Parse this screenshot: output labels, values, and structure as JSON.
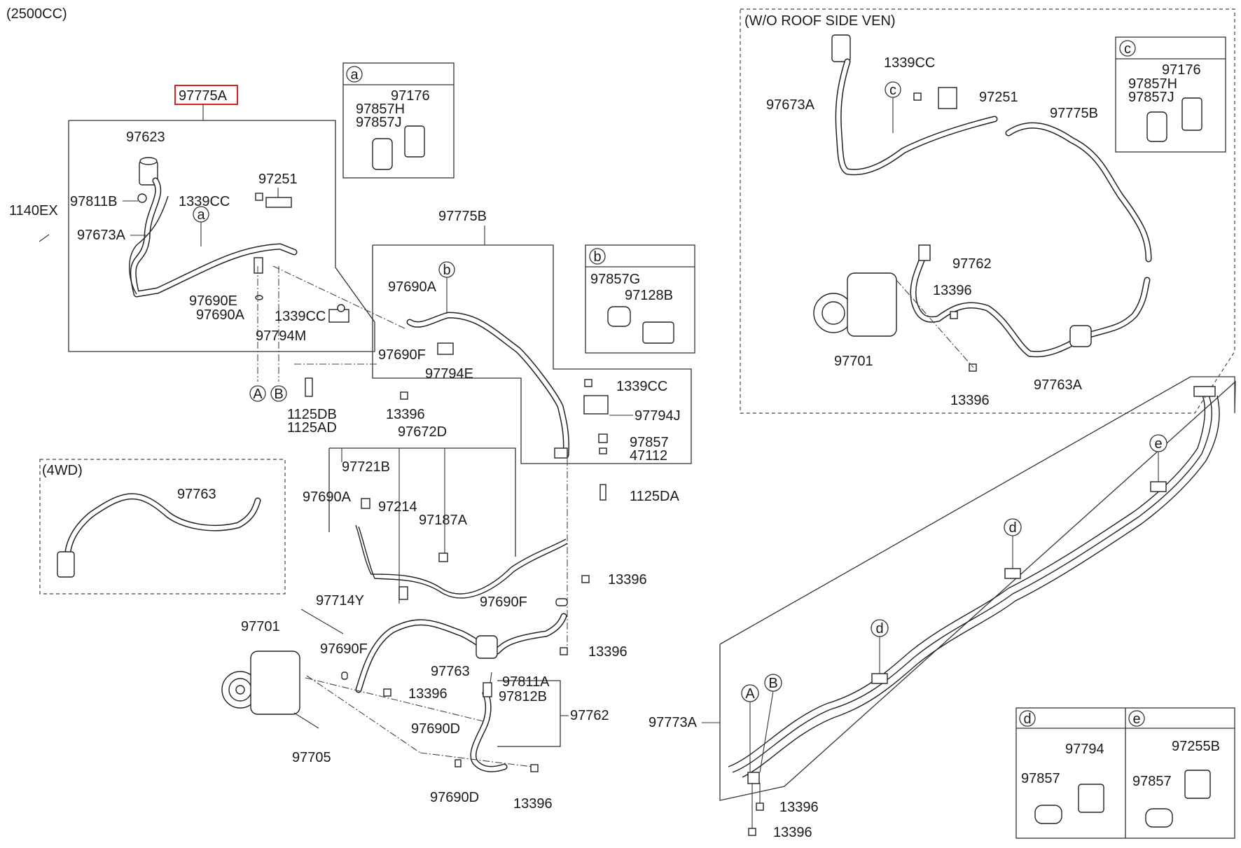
{
  "header": {
    "engine": "(2500CC)"
  },
  "sections": {
    "roof": "(W/O ROOF SIDE VEN)",
    "fwd": "(4WD)"
  },
  "circle_refs": {
    "a": "a",
    "b": "b",
    "c": "c",
    "d": "d",
    "e": "e",
    "A": "A",
    "B": "B"
  },
  "selected_part": "97775A",
  "labels": {
    "p97775A": "97775A",
    "p97623": "97623",
    "p97811B": "97811B",
    "p1140EX": "1140EX",
    "p97673A": "97673A",
    "p97251": "97251",
    "p1339CC_1": "1339CC",
    "p97690E": "97690E",
    "p97690A_1": "97690A",
    "p1339CC_2": "1339CC",
    "p97794M": "97794M",
    "p1125DB": "1125DB",
    "p1125AD": "1125AD",
    "a_97176": "97176",
    "a_97857H": "97857H",
    "a_97857J": "97857J",
    "p97775B": "97775B",
    "p97690A_2": "97690A",
    "p97690F_1": "97690F",
    "p97794E": "97794E",
    "p13396_1": "13396",
    "p1339CC_3": "1339CC",
    "p97794J": "97794J",
    "p97857": "97857",
    "p47112": "47112",
    "p1125DA": "1125DA",
    "b_97857G": "97857G",
    "b_97128B": "97128B",
    "p97672D": "97672D",
    "p97721B": "97721B",
    "p97690A_3": "97690A",
    "p97214": "97214",
    "p97187A": "97187A",
    "p13396_2": "13396",
    "p97690F_2": "97690F",
    "p13396_3": "13396",
    "p97714Y": "97714Y",
    "p97701": "97701",
    "p97690F_3": "97690F",
    "p97763": "97763",
    "p13396_4": "13396",
    "p97811A": "97811A",
    "p97812B": "97812B",
    "p97762": "97762",
    "p97690D_1": "97690D",
    "p97705": "97705",
    "p97690D_2": "97690D",
    "p13396_5": "13396",
    "fwd_97763": "97763",
    "r_97673A": "97673A",
    "r_1339CC": "1339CC",
    "r_97251": "97251",
    "r_97775B": "97775B",
    "c_97176": "97176",
    "c_97857H": "97857H",
    "c_97857J": "97857J",
    "r_97762": "97762",
    "r_13396_1": "13396",
    "r_97701": "97701",
    "r_13396_2": "13396",
    "r_97763A": "97763A",
    "p97773A": "97773A",
    "p13396_6": "13396",
    "p13396_7": "13396",
    "d_97794": "97794",
    "d_97857": "97857",
    "e_97255B": "97255B",
    "e_97857": "97857"
  }
}
